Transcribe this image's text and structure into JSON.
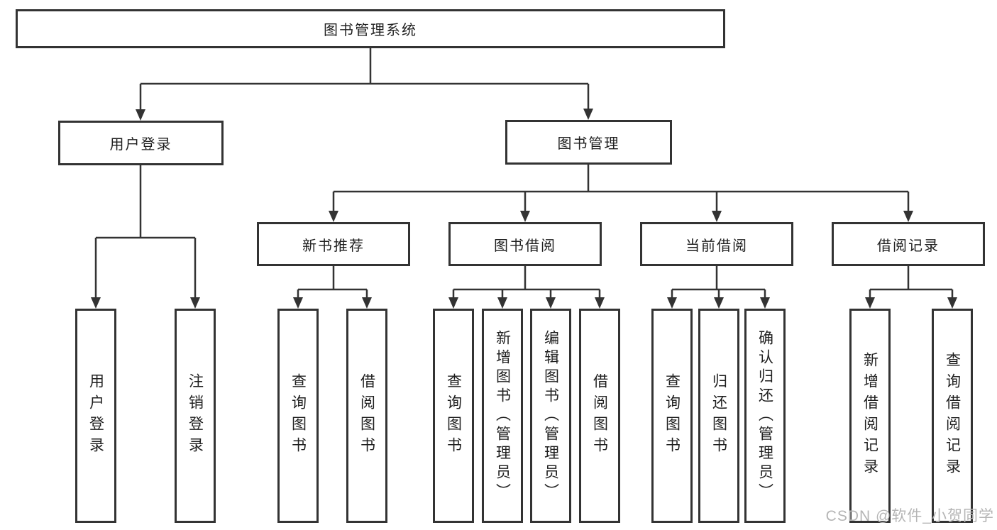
{
  "diagram": {
    "type": "hierarchy-tree",
    "line_color": "#333333",
    "box_border_color": "#333333",
    "background_color": "#ffffff",
    "watermark": "CSDN @软件_小贺同学",
    "tree": {
      "label": "图书管理系统",
      "children": [
        {
          "label": "用户登录",
          "children": [
            {
              "label": "用户登录"
            },
            {
              "label": "注销登录"
            }
          ]
        },
        {
          "label": "图书管理",
          "children": [
            {
              "label": "新书推荐",
              "children": [
                {
                  "label": "查询图书"
                },
                {
                  "label": "借阅图书"
                }
              ]
            },
            {
              "label": "图书借阅",
              "children": [
                {
                  "label": "查询图书"
                },
                {
                  "label": "新增图书（管理员）"
                },
                {
                  "label": "编辑图书（管理员）"
                },
                {
                  "label": "借阅图书"
                }
              ]
            },
            {
              "label": "当前借阅",
              "children": [
                {
                  "label": "查询图书"
                },
                {
                  "label": "归还图书"
                },
                {
                  "label": "确认归还（管理员）"
                }
              ]
            },
            {
              "label": "借阅记录",
              "children": [
                {
                  "label": "新增借阅记录"
                },
                {
                  "label": "查询借阅记录"
                }
              ]
            }
          ]
        }
      ]
    }
  }
}
